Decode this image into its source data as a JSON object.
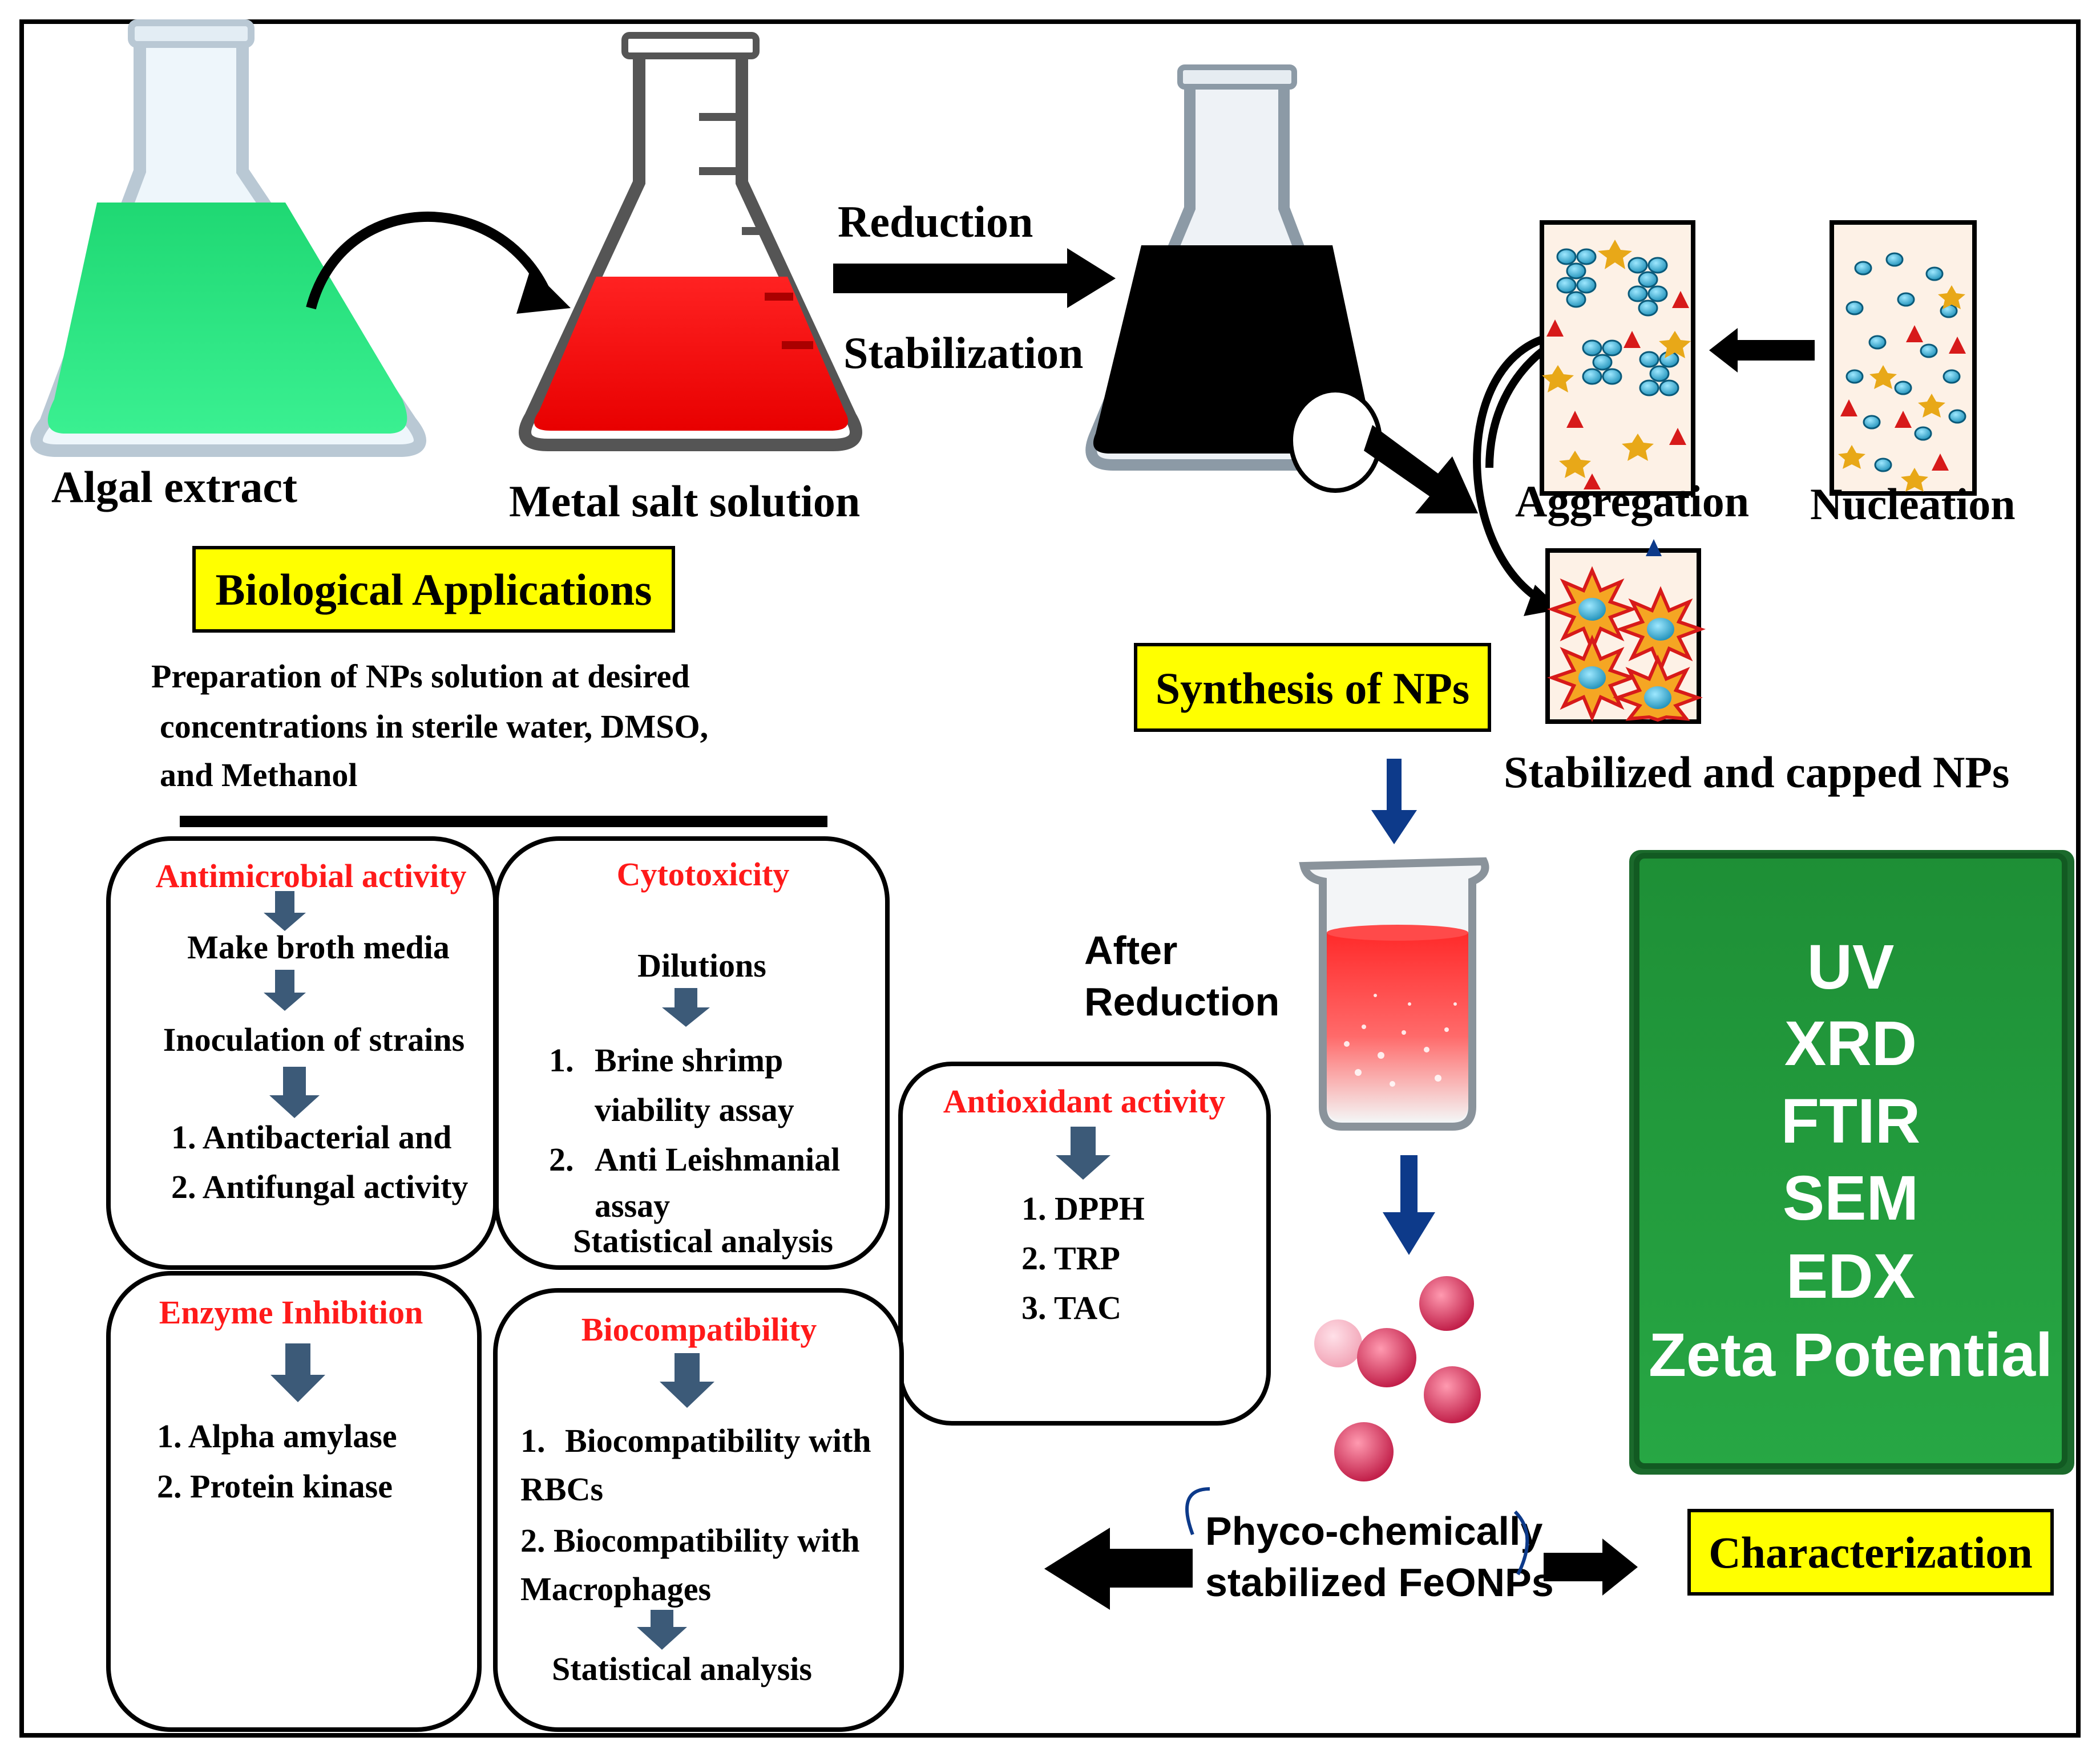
{
  "labels": {
    "algal_extract": "Algal extract",
    "metal_salt": "Metal salt solution",
    "reduction": "Reduction",
    "stabilization": "Stabilization",
    "aggregation": "Aggregation",
    "nucleation": "Nucleation",
    "stabilized_capped": "Stabilized and capped NPs",
    "biological_applications": "Biological Applications",
    "synthesis": "Synthesis of NPs",
    "after_reduction_1": "After",
    "after_reduction_2": "Reduction",
    "phyco_1": "Phyco-chemically",
    "phyco_2": "stabilized FeONPs",
    "characterization": "Characterization"
  },
  "preparation": [
    "Preparation of NPs solution at desired",
    "concentrations in sterile water, DMSO,",
    "and Methanol"
  ],
  "boxes": {
    "antimicrobial": {
      "title": "Antimicrobial activity",
      "steps": [
        "Make broth media",
        "Inoculation of strains",
        "1. Antibacterial and",
        "2. Antifungal activity"
      ]
    },
    "cytotoxicity": {
      "title": "Cytotoxicity",
      "steps": [
        "Dilutions",
        "1.",
        "Brine shrimp",
        "viability assay",
        "2.",
        "Anti Leishmanial",
        "assay",
        "Statistical analysis"
      ]
    },
    "antioxidant": {
      "title": "Antioxidant activity",
      "steps": [
        "1. DPPH",
        "2. TRP",
        "3. TAC"
      ]
    },
    "enzyme": {
      "title": "Enzyme Inhibition",
      "steps": [
        "1. Alpha amylase",
        "2. Protein kinase"
      ]
    },
    "biocompat": {
      "title": "Biocompatibility",
      "steps": [
        "1.",
        "Biocompatibility with",
        "RBCs",
        "2. Biocompatibility with",
        "Macrophages",
        "Statistical analysis"
      ]
    }
  },
  "techniques": [
    "UV",
    "XRD",
    "FTIR",
    "SEM",
    "EDX",
    "Zeta Potential"
  ],
  "colors": {
    "algae_green": "#22e07a",
    "metal_red": "#ff1a1a",
    "product_black": "#000000",
    "label_yellow": "#ffff00",
    "panel_green": "#1f9a3a",
    "title_red": "#ff1a1a",
    "arrow_blue": "#0d3a8a",
    "arrow_slate": "#3c5a78"
  },
  "icons": [
    "flask-icon",
    "beaker-icon",
    "nanoparticle-icon",
    "arrow-icon"
  ]
}
